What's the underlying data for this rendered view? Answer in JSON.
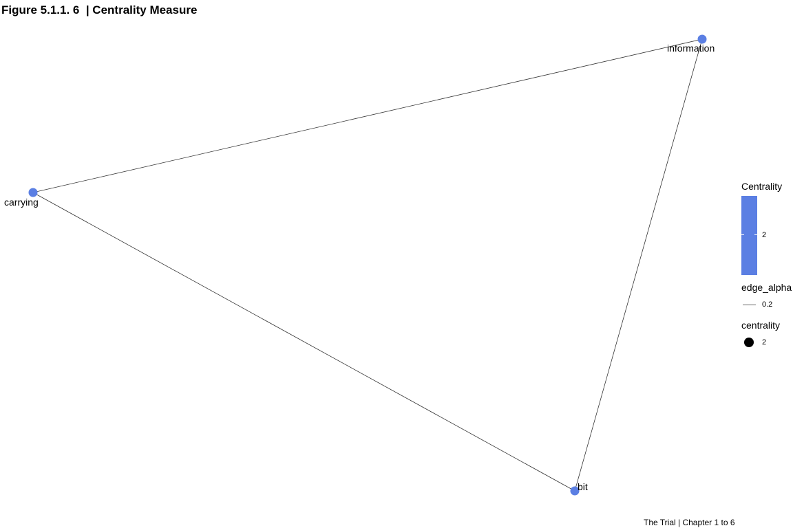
{
  "title": "Figure 5.1.1. 6  | Centrality Measure",
  "caption": "The Trial | Chapter 1 to 6",
  "colors": {
    "node": "#5b7fe3",
    "edge": "#333333",
    "background": "#ffffff"
  },
  "graph": {
    "nodes": [
      {
        "id": "information",
        "label": "information",
        "centrality": 2
      },
      {
        "id": "carrying",
        "label": "carrying",
        "centrality": 2
      },
      {
        "id": "bit",
        "label": "bit",
        "centrality": 2
      }
    ],
    "edges": [
      {
        "from": "carrying",
        "to": "information"
      },
      {
        "from": "information",
        "to": "bit"
      },
      {
        "from": "carrying",
        "to": "bit"
      }
    ]
  },
  "legend": {
    "color_title": "Centrality",
    "color_tick": "2",
    "edge_title": "edge_alpha",
    "edge_value": "0.2",
    "size_title": "centrality",
    "size_value": "2"
  }
}
